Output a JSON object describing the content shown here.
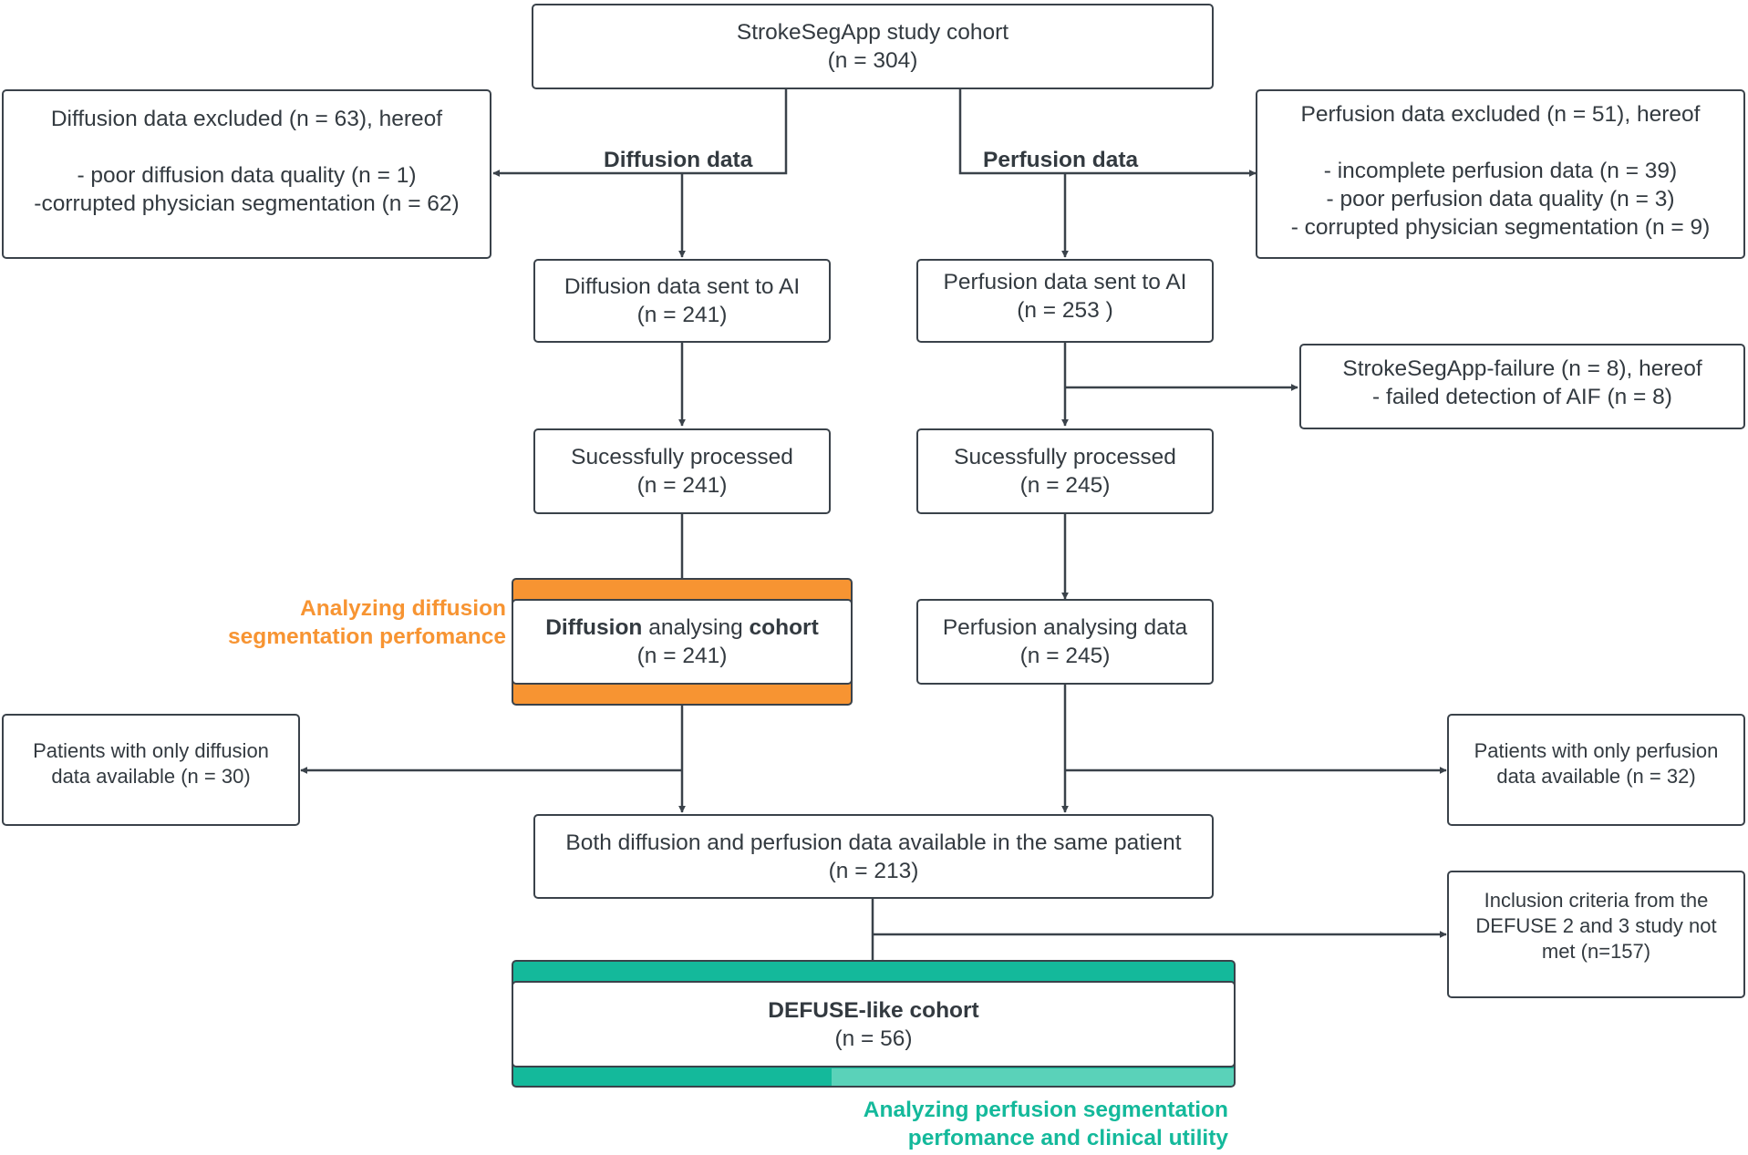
{
  "colors": {
    "diffusion_accent": "#f79432",
    "perfusion_accent": "#14b99b",
    "perfusion_accent_light": "#5ad2b9",
    "line": "#3a424a"
  },
  "boxes": {
    "cohort": {
      "title": "StrokeSegApp study cohort",
      "count": "(n = 304)"
    },
    "diffusion_excluded": {
      "line1": "Diffusion data excluded (n = 63), hereof",
      "line2": "- poor diffusion data quality (n = 1)",
      "line3": "-corrupted physician segmentation (n = 62)"
    },
    "perfusion_excluded": {
      "line1": "Perfusion data excluded (n = 51), hereof",
      "line2": "- incomplete perfusion data (n = 39)",
      "line3": "- poor perfusion data quality (n = 3)",
      "line4": "- corrupted physician segmentation (n = 9)"
    },
    "diffusion_sent": {
      "title": "Diffusion data sent to AI",
      "count": "(n = 241)"
    },
    "perfusion_sent": {
      "title": "Perfusion data sent to AI",
      "count": "(n = 253 )"
    },
    "app_failure": {
      "line1": "StrokeSegApp-failure (n = 8), hereof",
      "line2": "- failed detection of AIF (n = 8)"
    },
    "diffusion_processed": {
      "title": "Sucessfully processed",
      "count": "(n = 241)"
    },
    "perfusion_processed": {
      "title": "Sucessfully processed",
      "count": "(n = 245)"
    },
    "diffusion_cohort": {
      "bold1": "Diffusion",
      "mid": " analysing ",
      "bold2": "cohort",
      "count": "(n = 241)"
    },
    "perfusion_analysing": {
      "title": "Perfusion analysing data",
      "count": "(n = 245)"
    },
    "only_diffusion": {
      "line1": "Patients with only diffusion",
      "line2": "data available (n = 30)"
    },
    "only_perfusion": {
      "line1": "Patients with only perfusion",
      "line2": "data available (n = 32)"
    },
    "both": {
      "title": "Both diffusion and perfusion data available in the same patient",
      "count": "(n = 213)"
    },
    "inclusion": {
      "line1": "Inclusion criteria from the",
      "line2": "DEFUSE 2 and 3 study not",
      "line3": "met (n=157)"
    },
    "defuse": {
      "title": "DEFUSE-like cohort",
      "count": "(n = 56)"
    }
  },
  "edge_labels": {
    "diffusion": "Diffusion data",
    "perfusion": "Perfusion data"
  },
  "callouts": {
    "diffusion": {
      "line1": "Analyzing diffusion",
      "line2": "segmentation perfomance"
    },
    "perfusion": {
      "line1": "Analyzing perfusion segmentation",
      "line2": "perfomance and clinical utility"
    }
  }
}
